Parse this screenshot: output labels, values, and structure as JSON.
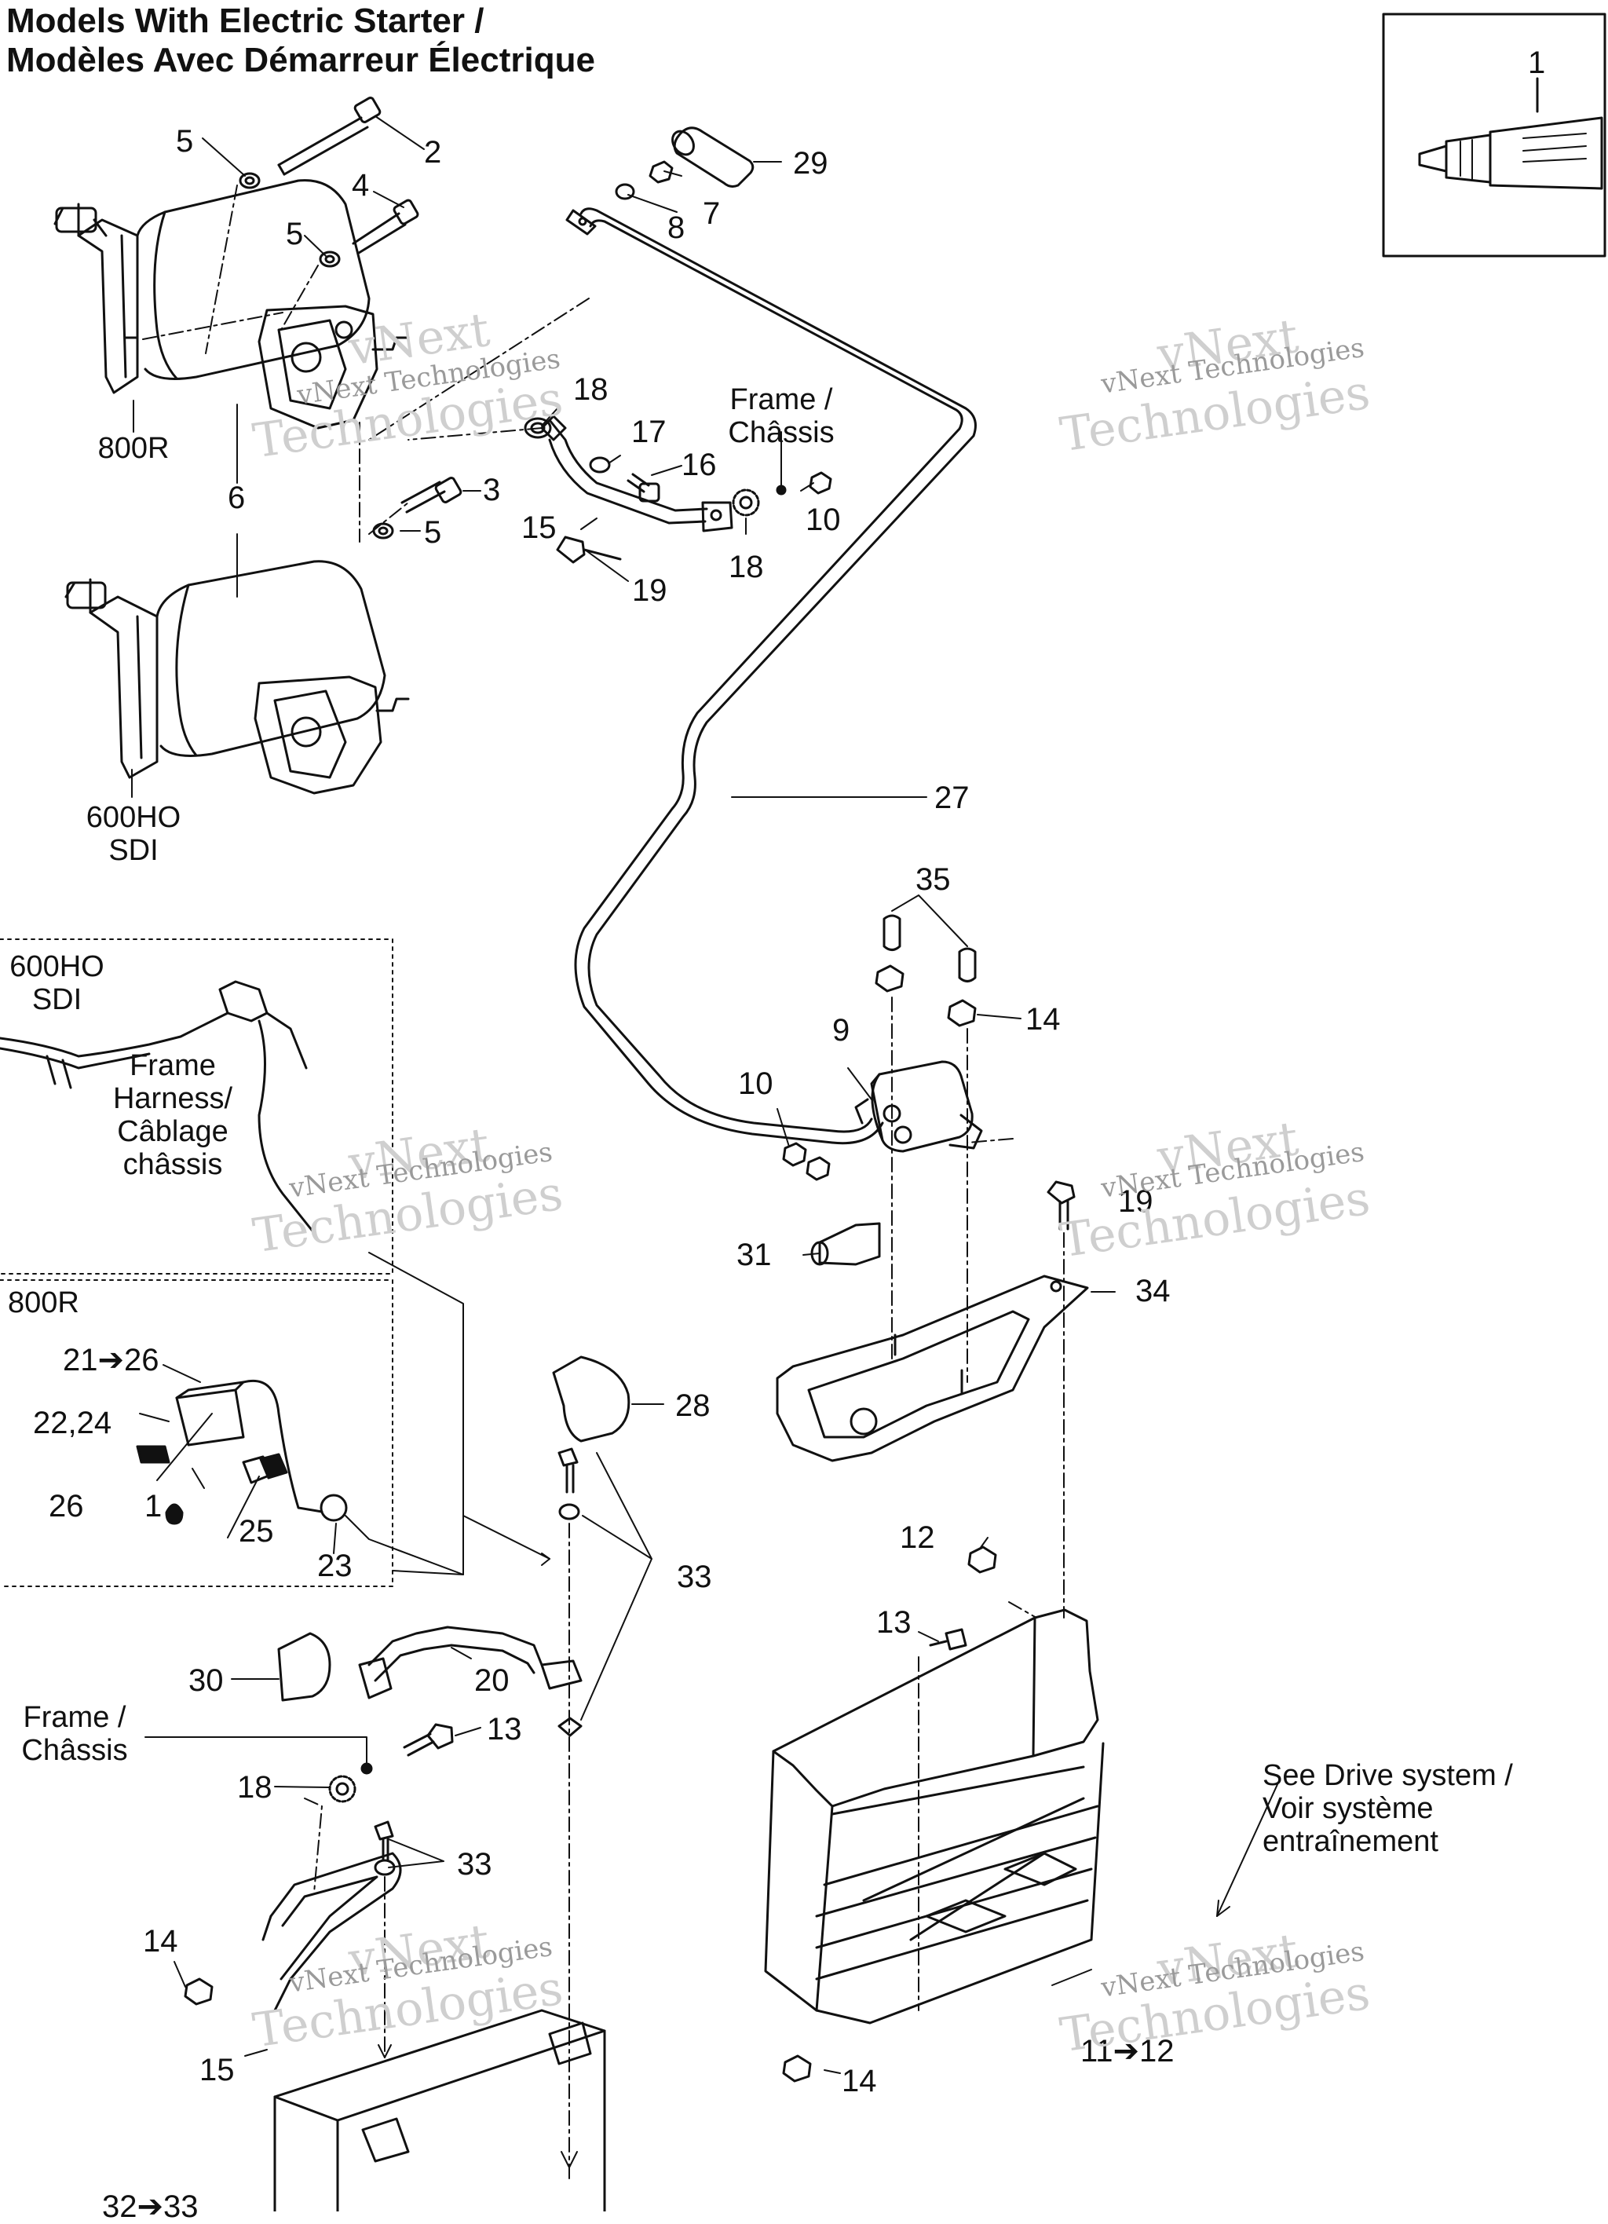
{
  "title": {
    "line1": "Models With Electric Starter /",
    "line2": "Modèles Avec Démarreur Électrique"
  },
  "variants": {
    "starter_800r": "800R",
    "starter_600ho_line1": "600HO",
    "starter_600ho_line2": "SDI",
    "box1_model_line1": "600HO",
    "box1_model_line2": "SDI",
    "box2_model": "800R"
  },
  "notes": {
    "frame_chassis_top_1": "Frame /",
    "frame_chassis_top_2": "Châssis",
    "frame_chassis_bottom_1": "Frame /",
    "frame_chassis_bottom_2": "Châssis",
    "frame_harness_1": "Frame",
    "frame_harness_2": "Harness/",
    "frame_harness_3": "Câblage",
    "frame_harness_4": "châssis",
    "see_drive_1": "See Drive system /",
    "see_drive_2": "Voir système",
    "see_drive_3": "entraînement"
  },
  "callouts": {
    "c1": "1",
    "c2": "2",
    "c3": "3",
    "c4": "4",
    "c5a": "5",
    "c5b": "5",
    "c5c": "5",
    "c6": "6",
    "c7": "7",
    "c8": "8",
    "c9": "9",
    "c10a": "10",
    "c10b": "10",
    "c12": "12",
    "c13a": "13",
    "c13b": "13",
    "c14a": "14",
    "c14b": "14",
    "c14c": "14",
    "c15a": "15",
    "c15b": "15",
    "c16": "16",
    "c17": "17",
    "c18a": "18",
    "c18b": "18",
    "c18c": "18",
    "c19a": "19",
    "c19b": "19",
    "c20": "20",
    "c21_26": "21➔26",
    "c22_24": "22,24",
    "c23": "23",
    "c25": "25",
    "c26": "26",
    "c1drop": "1",
    "c27": "27",
    "c28": "28",
    "c29": "29",
    "c30": "30",
    "c31": "31",
    "c32_33": "32➔33",
    "c33a": "33",
    "c33b": "33",
    "c34": "34",
    "c35": "35",
    "c11_12": "11➔12"
  },
  "watermark": {
    "brand1": "vNext",
    "brand2": "vNext Technologies",
    "brand3": "Technologies"
  }
}
